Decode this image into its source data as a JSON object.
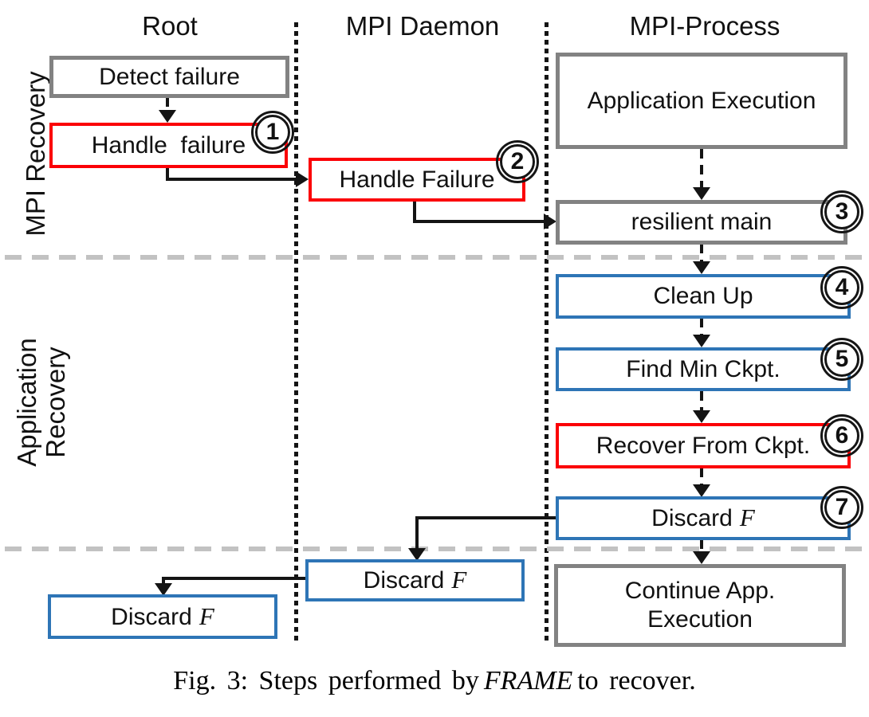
{
  "columns": {
    "root": "Root",
    "daemon": "MPI Daemon",
    "process": "MPI-Process"
  },
  "sections": {
    "mpi_recovery": "MPI Recovery",
    "app_recovery_line1": "Application",
    "app_recovery_line2": "Recovery"
  },
  "boxes": {
    "detect_failure": {
      "label": "Detect failure"
    },
    "handle_failure_root": {
      "label": "Handle  failure",
      "step": "1"
    },
    "handle_failure_daemon": {
      "label": "Handle Failure",
      "step": "2"
    },
    "application_execution": {
      "label": "Application Execution"
    },
    "resilient_main": {
      "label": "resilient main",
      "step": "3"
    },
    "clean_up": {
      "label": "Clean Up",
      "step": "4"
    },
    "find_min_ckpt": {
      "label": "Find Min Ckpt.",
      "step": "5"
    },
    "recover_from_ckpt": {
      "label": "Recover From Ckpt.",
      "step": "6"
    },
    "discard_process": {
      "word": "Discard",
      "var": "F",
      "step": "7"
    },
    "discard_daemon": {
      "word": "Discard",
      "var": "F"
    },
    "discard_root": {
      "word": "Discard",
      "var": "F"
    },
    "continue_app": {
      "line1": "Continue App.",
      "line2": "Execution"
    }
  },
  "caption": {
    "prefix": "Fig. 3: Steps performed by",
    "emphasis": "FRAME",
    "suffix": "to recover."
  },
  "colors": {
    "red_border": "#fb0006",
    "blue_border": "#2e75b6",
    "gray_border": "#828282",
    "phase_divider": "#c2c2c2",
    "line_black": "#141414"
  }
}
